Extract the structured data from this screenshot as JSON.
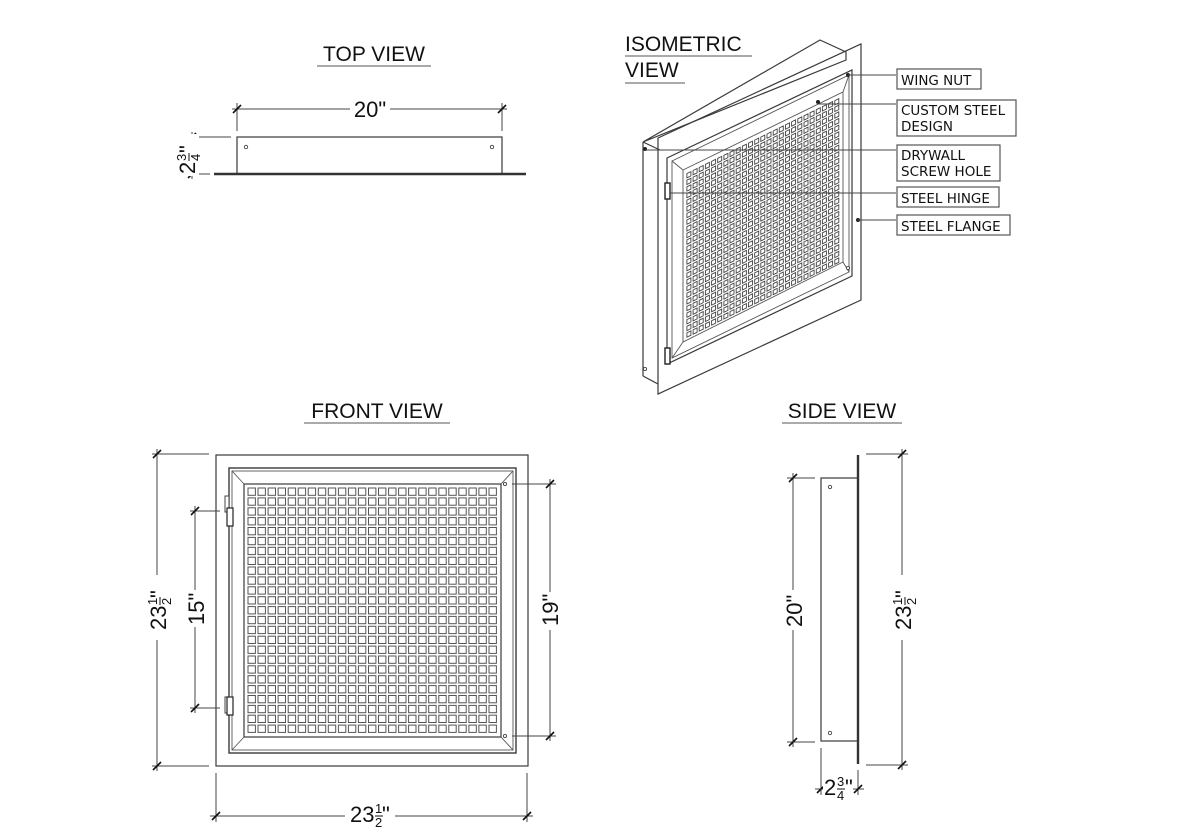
{
  "views": {
    "top": {
      "title": "TOP VIEW",
      "width_dim": "20\"",
      "depth_dim_whole": "2",
      "depth_dim_num": "3",
      "depth_dim_den": "4"
    },
    "isometric": {
      "title_line1": "ISOMETRIC",
      "title_line2": "VIEW"
    },
    "front": {
      "title": "FRONT VIEW",
      "height_dim_whole": "23",
      "height_dim_num": "1",
      "height_dim_den": "2",
      "hinge_spacing_dim": "15\"",
      "door_height_dim": "19\"",
      "width_dim_whole": "23",
      "width_dim_num": "1",
      "width_dim_den": "2",
      "grid_columns": 25,
      "grid_rows": 25
    },
    "side": {
      "title": "SIDE VIEW",
      "box_height_dim": "20\"",
      "flange_height_dim_whole": "23",
      "flange_height_dim_num": "1",
      "flange_height_dim_den": "2",
      "depth_dim_whole": "2",
      "depth_dim_num": "3",
      "depth_dim_den": "4"
    }
  },
  "callouts": [
    {
      "id": "wing-nut",
      "lines": [
        "WING NUT"
      ]
    },
    {
      "id": "custom-steel-design",
      "lines": [
        "CUSTOM STEEL",
        "DESIGN"
      ]
    },
    {
      "id": "drywall-screw-hole",
      "lines": [
        "DRYWALL",
        "SCREW HOLE"
      ]
    },
    {
      "id": "steel-hinge",
      "lines": [
        "STEEL HINGE"
      ]
    },
    {
      "id": "steel-flange",
      "lines": [
        "STEEL FLANGE"
      ]
    }
  ],
  "units": "\"",
  "colors": {
    "line": "#3a3a3a",
    "text": "#111111",
    "background": "#ffffff"
  }
}
